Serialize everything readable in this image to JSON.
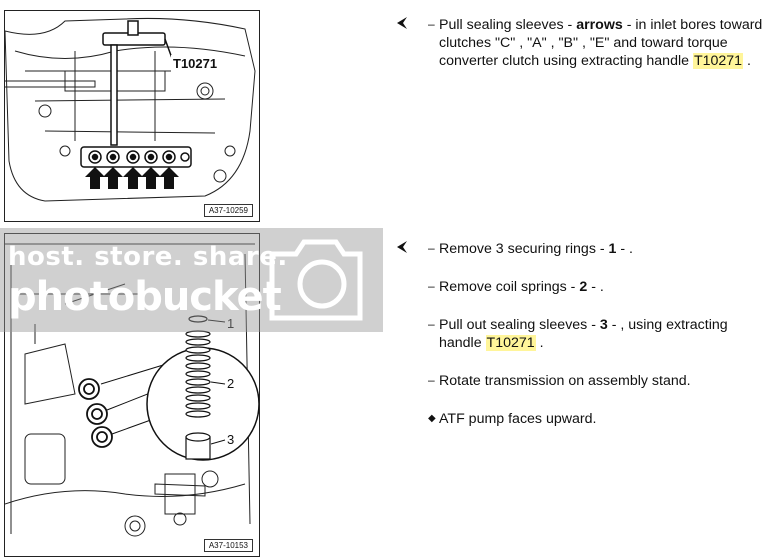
{
  "figure1": {
    "id_label": "A37-10259",
    "tool_label": "T10271",
    "arrow_count": 5
  },
  "figure2": {
    "id_label": "A37-10153",
    "callouts": [
      "1",
      "2",
      "3"
    ]
  },
  "watermark": {
    "line1": "host. store. share.",
    "line2": "photobucket"
  },
  "section1": {
    "icon": "left-pointing-bullet-icon",
    "steps": [
      {
        "parts": [
          "Pull sealing sleeves - ",
          "arrows",
          " - in inlet bores toward clutches \"C\" , \"A\" , \"B\" , \"E\" and toward torque converter clutch using extracting handle ",
          "T10271",
          " ."
        ]
      }
    ]
  },
  "section2": {
    "icon": "left-pointing-bullet-icon",
    "steps": [
      {
        "parts": [
          "Remove 3 securing rings - ",
          "1",
          " - ."
        ]
      },
      {
        "parts": [
          "Remove coil springs - ",
          "2",
          " - ."
        ]
      },
      {
        "parts": [
          "Pull out sealing sleeves - ",
          "3",
          " - , using extracting handle ",
          "T10271",
          " ."
        ]
      },
      {
        "parts": [
          "Rotate transmission on assembly stand."
        ]
      }
    ],
    "note": "ATF pump faces upward."
  }
}
